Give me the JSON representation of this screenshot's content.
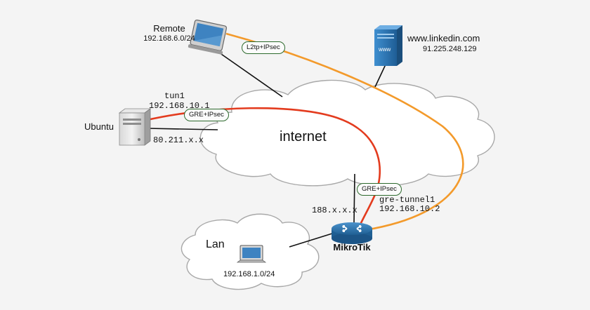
{
  "nodes": {
    "remote": {
      "name": "Remote",
      "subnet": "192.168.6.0/24"
    },
    "webserver": {
      "host": "www.linkedin.com",
      "ip": "91.225.248.129",
      "badge": "www"
    },
    "ubuntu": {
      "name": "Ubuntu",
      "tun_name": "tun1",
      "tun_ip": "192.168.10.1",
      "wan_ip": "80.211.x.x"
    },
    "internet": {
      "name": "internet"
    },
    "mikrotik": {
      "name": "MikroTik",
      "wan_ip": "188.x.x.x",
      "tun_name": "gre-tunnel1",
      "tun_ip": "192.168.10.2"
    },
    "lan": {
      "name": "Lan",
      "subnet": "192.168.1.0/24"
    }
  },
  "tunnels": {
    "l2tp": {
      "label": "L2tp+IPsec",
      "color": "#f39a2b"
    },
    "gre_ubuntu": {
      "label": "GRE+IPsec",
      "color": "#e33b1e"
    },
    "gre_mikrotik": {
      "label": "GRE+IPsec",
      "color": "#e33b1e"
    }
  },
  "colors": {
    "link": "#111111",
    "cloud_stroke": "#a8a8a8",
    "cloud_fill": "#ffffff",
    "router": "#2f79b5",
    "server_blue": "#2f79b5",
    "pill_border": "#2d6a2d"
  }
}
